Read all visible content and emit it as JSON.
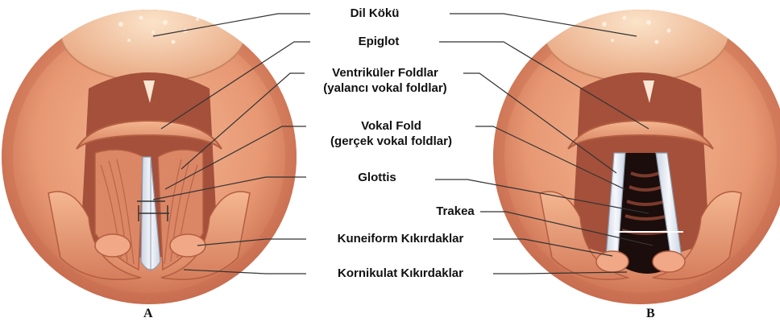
{
  "labels": {
    "dil_koku": "Dil Kökü",
    "epiglot": "Epiglot",
    "ventrikuler_line1": "Ventriküler Foldlar",
    "ventrikuler_line2": "(yalancı vokal foldlar)",
    "vokal_line1": "Vokal Fold",
    "vokal_line2": "(gerçek vokal foldlar)",
    "glottis": "Glottis",
    "trakea": "Trakea",
    "kuneiform": "Kuneiform Kıkırdaklar",
    "kornikulat": "Kornikulat Kıkırdaklar"
  },
  "panels": {
    "a": "A",
    "b": "B"
  },
  "colors": {
    "tissue": "#e89a78",
    "tissue_light": "#f6c9a8",
    "tissue_dark": "#b85f45",
    "cord": "#e8ecf2",
    "airway": "#1a0d0b",
    "leader": "#333333"
  }
}
